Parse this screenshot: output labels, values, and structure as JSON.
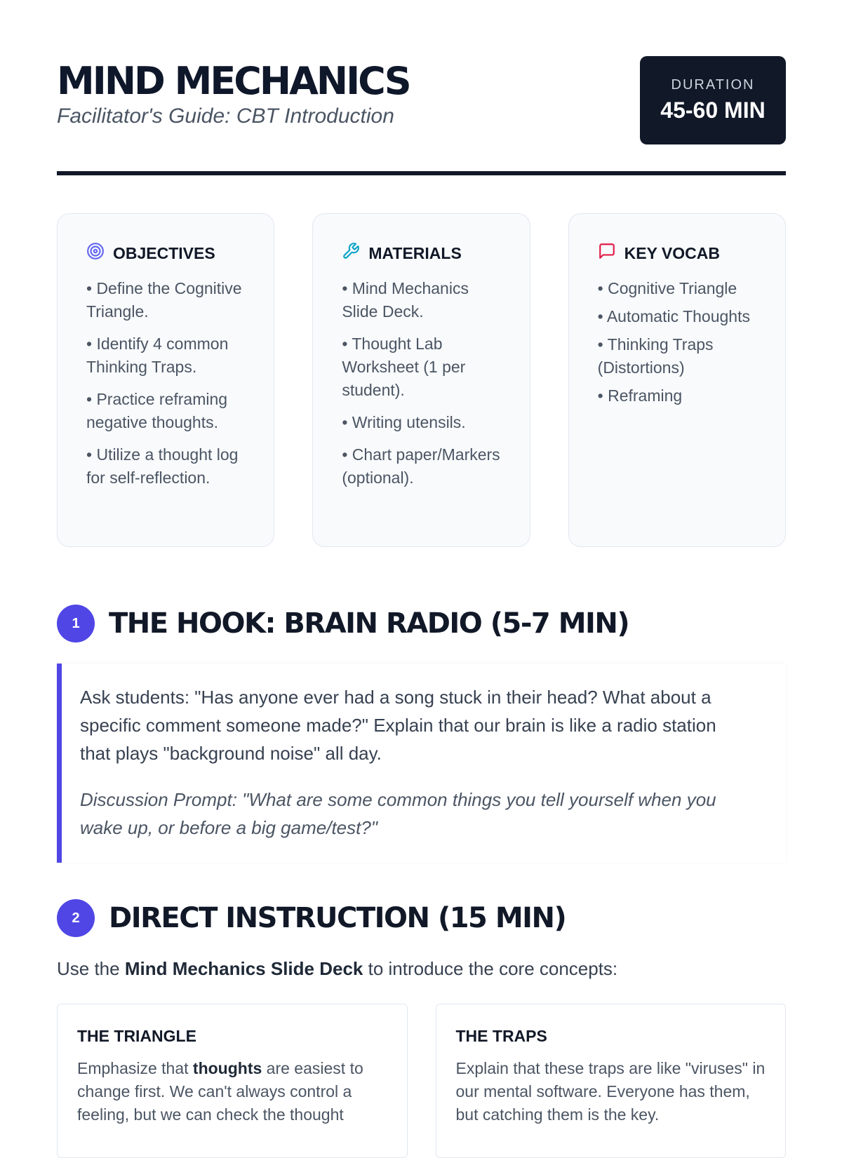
{
  "header": {
    "title": "MIND MECHANICS",
    "subtitle": "Facilitator's Guide: CBT Introduction",
    "duration_label": "DURATION",
    "duration_value": "45-60 MIN"
  },
  "cards": [
    {
      "title": "OBJECTIVES",
      "icon": "target-icon",
      "color": "#6366f1",
      "items": [
        "• Define the Cognitive Triangle.",
        "• Identify 4 common Thinking Traps.",
        "• Practice reframing negative thoughts.",
        "• Utilize a thought log for self-reflection."
      ]
    },
    {
      "title": "MATERIALS",
      "icon": "wrench-icon",
      "color": "#0ea5c6",
      "items": [
        "• Mind Mechanics Slide Deck.",
        "• Thought Lab Worksheet (1 per student).",
        "• Writing utensils.",
        "• Chart paper/Markers (optional)."
      ]
    },
    {
      "title": "KEY VOCAB",
      "icon": "chat-icon",
      "color": "#e11d48",
      "items": [
        "• Cognitive Triangle",
        "• Automatic Thoughts",
        "• Thinking Traps (Distortions)",
        "• Reframing"
      ]
    }
  ],
  "section1": {
    "number": "1",
    "title": "THE HOOK: BRAIN RADIO (5-7 MIN)",
    "text": "Ask students: \"Has anyone ever had a song stuck in their head? What about a specific comment someone made?\" Explain that our brain is like a radio station that plays \"background noise\" all day.",
    "prompt": "Discussion Prompt: \"What are some common things you tell yourself when you wake up, or before a big game/test?\""
  },
  "section2": {
    "number": "2",
    "title": "DIRECT INSTRUCTION (15 MIN)",
    "intro_pre": "Use the ",
    "intro_bold": "Mind Mechanics Slide Deck",
    "intro_post": " to introduce the core concepts:",
    "boxes": [
      {
        "title": "THE TRIANGLE",
        "pre": "Emphasize that ",
        "bold": "thoughts",
        "post": " are easiest to change first. We can't always control a feeling, but we can check the thought"
      },
      {
        "title": "THE TRAPS",
        "pre": "Explain that these traps are like \"viruses\" in our mental software. Everyone has them, but catching them is the key.",
        "bold": "",
        "post": ""
      }
    ]
  }
}
